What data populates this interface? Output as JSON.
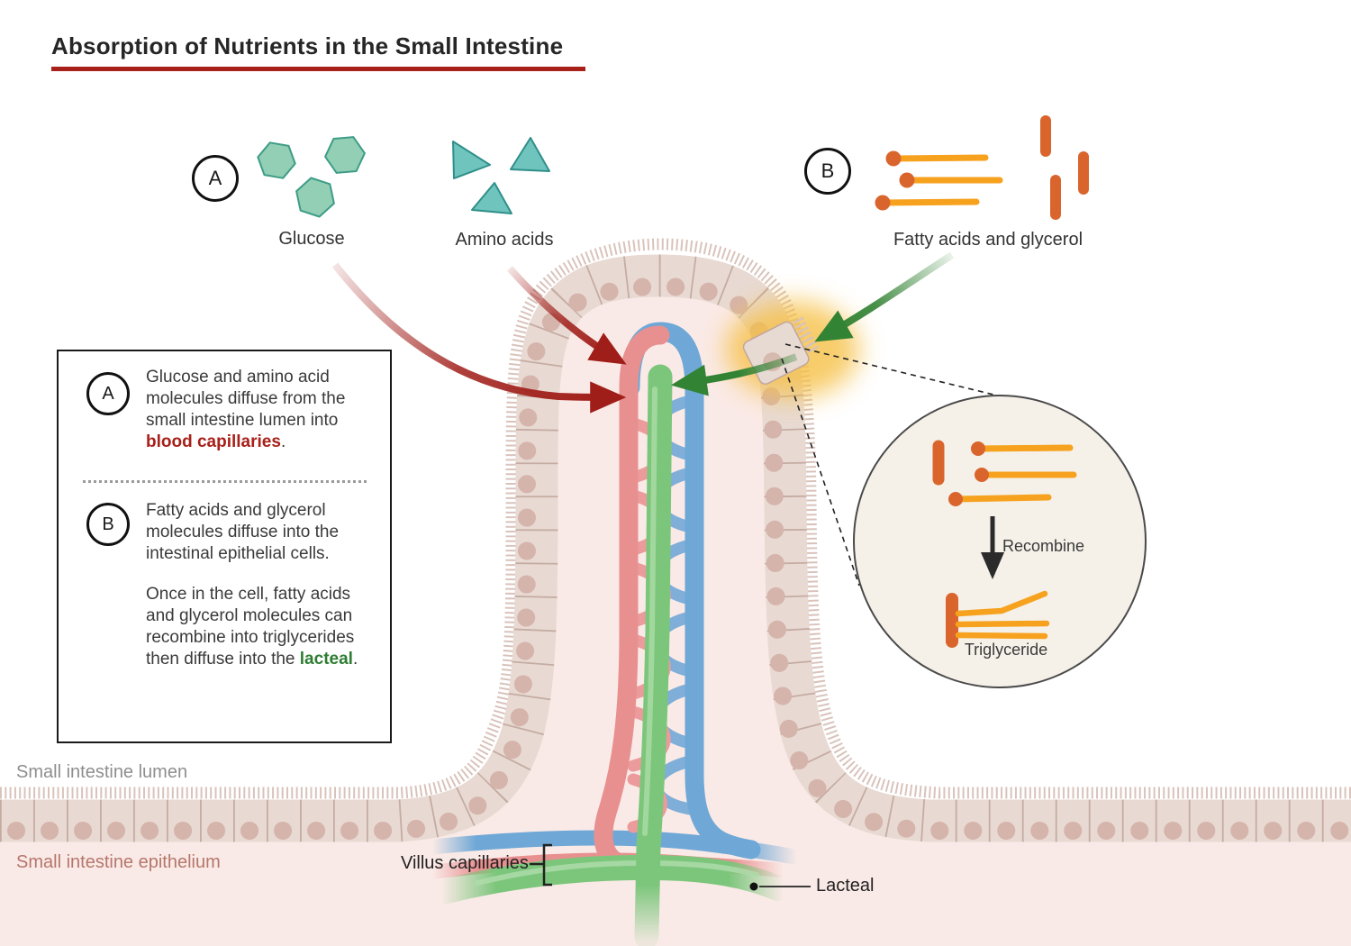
{
  "title": "Absorption of Nutrients in the Small Intestine",
  "molecule_groups": {
    "a_marker": "A",
    "b_marker": "B",
    "glucose_label": "Glucose",
    "amino_label": "Amino acids",
    "fatty_label": "Fatty acids and glycerol"
  },
  "info_box": {
    "a_marker": "A",
    "a_text": "Glucose and amino acid molecules diffuse from the small intestine lumen into ",
    "a_highlight": "blood capillaries",
    "a_suffix": ".",
    "b_marker": "B",
    "b_text": "Fatty acids and glycerol molecules diffuse into the intestinal epithelial cells.",
    "b2_text": "Once in the cell, fatty acids and glycerol molecules can recombine into triglycerides then diffuse into the ",
    "b2_highlight": "lacteal",
    "b2_suffix": "."
  },
  "anatomy_labels": {
    "lumen": "Small intestine lumen",
    "epithelium": "Small intestine epithelium",
    "villus_capillaries": "Villus capillaries",
    "lacteal": "Lacteal"
  },
  "magnifier": {
    "recombine": "Recombine",
    "triglyceride": "Triglyceride"
  },
  "colors": {
    "accent_red": "#A8201A",
    "accent_green": "#2E7D32",
    "arrow_red": "#A01E19",
    "arrow_green": "#338334",
    "capillary_red": "#E89090",
    "capillary_red_light": "#EB9B9B",
    "capillary_blue": "#6FA8D6",
    "capillary_blue_light": "#7FAED8",
    "lacteal_green": "#7CC67C",
    "fatty_acid_orange": "#F6A21F",
    "glycerol_orange": "#D9652C",
    "glucose_green": "#92CFB5",
    "glucose_border": "#3E9C86",
    "amino_teal": "#6FC5BE",
    "amino_border": "#2F8F89",
    "cell_fill": "#E8DAD3",
    "tissue_pink": "#FAEAE7",
    "glow_yellow": "#F6C044"
  }
}
